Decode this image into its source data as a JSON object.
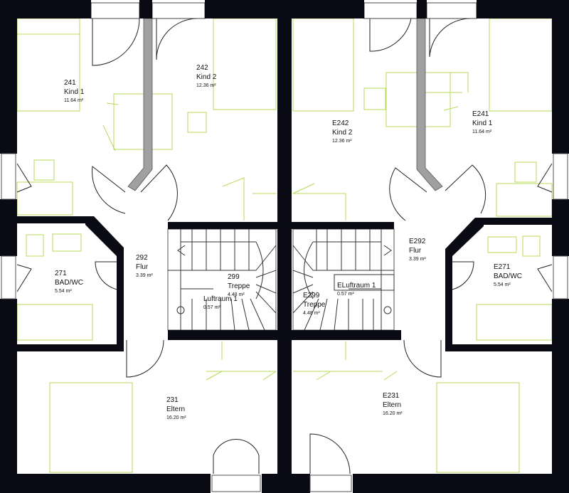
{
  "rooms": {
    "r241": {
      "number": "241",
      "name": "Kind 1",
      "area": "11.64 m²"
    },
    "r242": {
      "number": "242",
      "name": "Kind 2",
      "area": "12.36 m²"
    },
    "re242": {
      "number": "E242",
      "name": "Kind 2",
      "area": "12.36 m²"
    },
    "re241": {
      "number": "E241",
      "name": "Kind 1",
      "area": "11.64 m²"
    },
    "r292": {
      "number": "292",
      "name": "Flur",
      "area": "3.39 m²"
    },
    "re292": {
      "number": "E292",
      "name": "Flur",
      "area": "3.39 m²"
    },
    "r271": {
      "number": "271",
      "name": "BAD/WC",
      "area": "5.54 m²"
    },
    "re271": {
      "number": "E271",
      "name": "BAD/WC",
      "area": "5.54 m²"
    },
    "r299": {
      "number": "299",
      "name": "Treppe",
      "area": "4.48 m²"
    },
    "re299": {
      "number": "E299",
      "name": "Treppe",
      "area": "4.48 m²"
    },
    "rluft": {
      "name": "Luftraum 1",
      "area": "0.57 m²"
    },
    "reluft": {
      "name": "ELuftraum 1",
      "area": "0.57 m²"
    },
    "r231": {
      "number": "231",
      "name": "Eltern",
      "area": "16.20 m²"
    },
    "re231": {
      "number": "E231",
      "name": "Eltern",
      "area": "16.20 m²"
    }
  },
  "colors": {
    "wall": "#0a0a14",
    "furniture": "#b7d957",
    "line": "#333333",
    "partition": "#9a9a9a"
  }
}
